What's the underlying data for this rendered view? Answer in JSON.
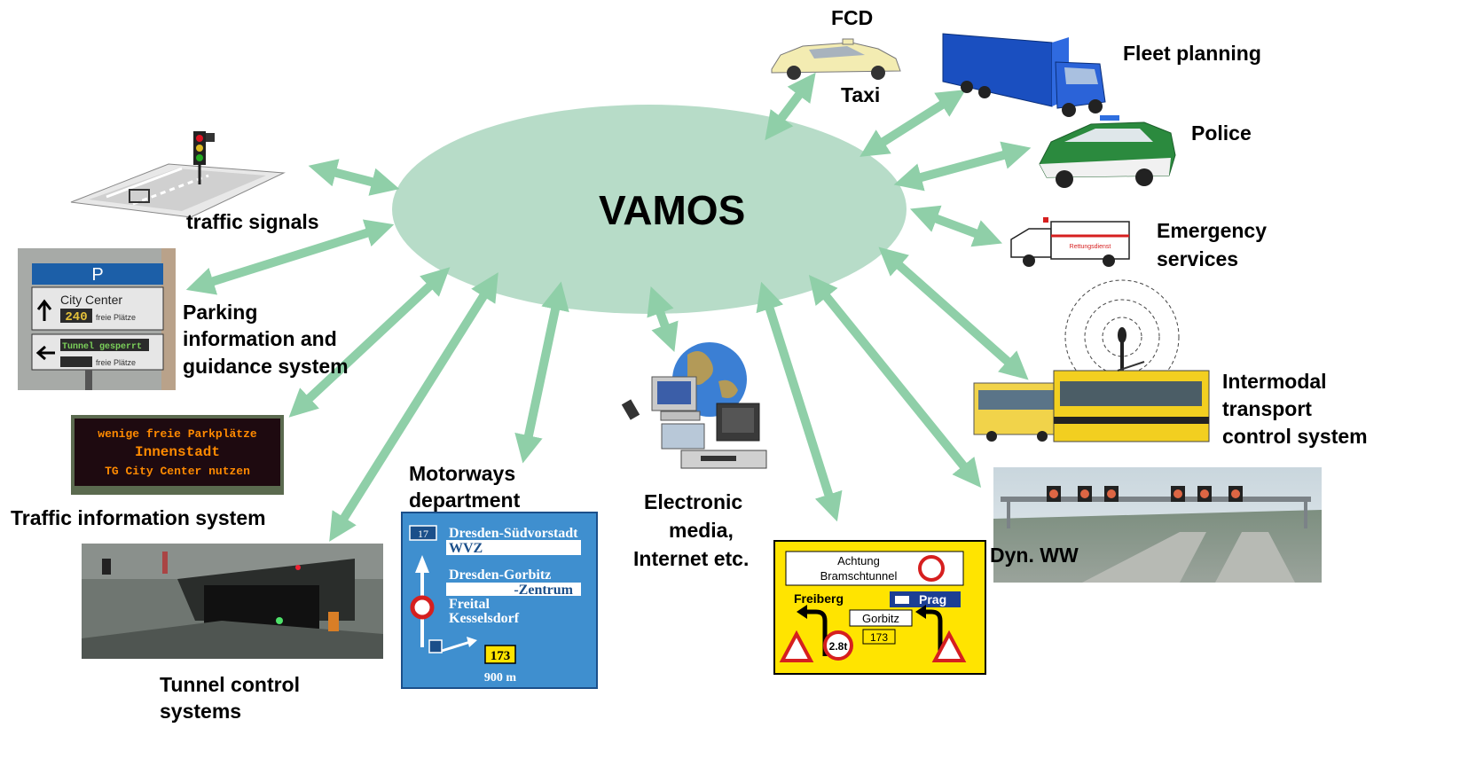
{
  "center": {
    "title": "VAMOS"
  },
  "labels": {
    "fcd": "FCD",
    "taxi": "Taxi",
    "fleet": "Fleet planning",
    "police": "Police",
    "emergency_1": "Emergency",
    "emergency_2": "services",
    "intermodal_1": "Intermodal",
    "intermodal_2": "transport",
    "intermodal_3": "control system",
    "dynww": "Dyn. WW",
    "electronic_1": "Electronic",
    "electronic_2": "media,",
    "electronic_3": "Internet etc.",
    "motorways_1": "Motorways",
    "motorways_2": "department",
    "tunnel_1": "Tunnel control",
    "tunnel_2": "systems",
    "traffic_info": "Traffic information system",
    "parking_1": "Parking",
    "parking_2": "information and",
    "parking_3": "guidance system",
    "signals": "traffic signals"
  },
  "parking_sign": {
    "header": "P",
    "row1_title": "City Center",
    "row1_count": "240",
    "row1_suffix": "freie Plätze",
    "row2_status": "Tunnel gesperrt",
    "row2_suffix": "freie Plätze"
  },
  "vms_sign": {
    "line1": "wenige freie Parkplätze",
    "line2": "Innenstadt",
    "line3": "TG City Center nutzen"
  },
  "blue_sign": {
    "route": "17",
    "dest1": "Dresden-Südvorstadt",
    "dest1b": "WVZ",
    "dest2": "Dresden-Gorbitz",
    "dest2b": "-Zentrum",
    "dest3": "Freital",
    "dest4": "Kesselsdorf",
    "exit_no": "173",
    "distance": "900 m"
  },
  "yellow_sign": {
    "line1": "Achtung",
    "line2": "Bramschtunnel",
    "left": "Freiberg",
    "right": "Prag",
    "middle": "Gorbitz",
    "route": "173",
    "weight": "2.8t"
  },
  "ambulance": {
    "text": "Rettungsdienst"
  },
  "colors": {
    "ellipse": "#b7dcc8",
    "arrow": "#8fcfa8",
    "blue_sign": "#3f8fcf",
    "yellow_sign": "#ffe400",
    "vms_text": "#ff8a00"
  }
}
